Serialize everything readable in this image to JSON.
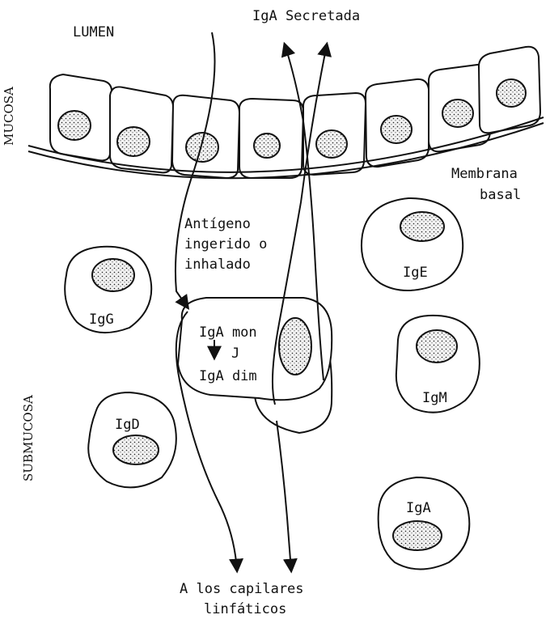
{
  "labels": {
    "lumen": "LUMEN",
    "mucosa": "MUCOSA",
    "submucosa": "SUBMUCOSA",
    "igA_secreted": "IgA Secretada",
    "membrane_line1": "Membrana",
    "membrane_line2": "basal",
    "antigen_line1": "Antígeno",
    "antigen_line2": "ingerido o",
    "antigen_line3": "inhalado",
    "igA_mon": "IgA mon",
    "j_chain": "J",
    "igA_dim": "IgA dim",
    "capillaries_line1": "A los capilares",
    "capillaries_line2": "linfáticos"
  },
  "cells": {
    "igG": "IgG",
    "igE": "IgE",
    "igD": "IgD",
    "igM": "IgM",
    "igA": "IgA"
  }
}
